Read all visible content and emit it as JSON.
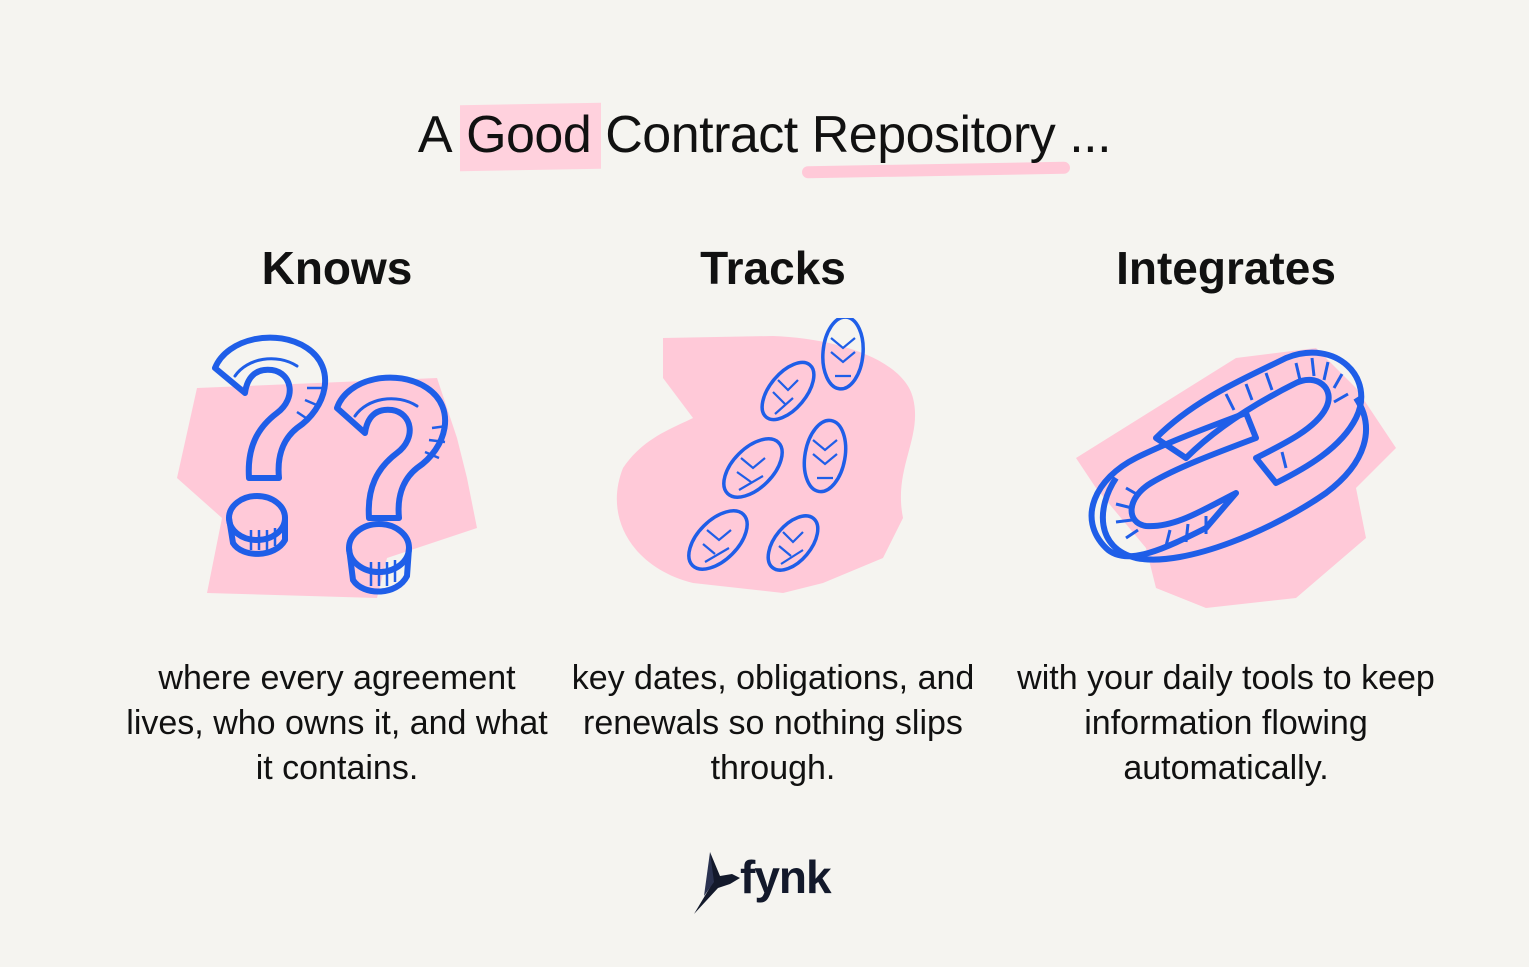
{
  "title": {
    "part1": "A",
    "highlight1": "Good",
    "part2": "Contract",
    "highlight2": "Repository",
    "part3": "..."
  },
  "columns": [
    {
      "heading": "Knows",
      "icon": "question-marks-icon",
      "text": "where every agreement lives, who owns it, and what it contains."
    },
    {
      "heading": "Tracks",
      "icon": "footprints-icon",
      "text": "key dates, obligations, and renewals so nothing slips through."
    },
    {
      "heading": "Integrates",
      "icon": "chain-link-icon",
      "text": "with your daily tools to keep information flowing automatically."
    }
  ],
  "logo": {
    "text": "fynk"
  },
  "colors": {
    "background": "#f5f4f0",
    "accent_pink": "#ffc9d8",
    "illustration_blue": "#1f5ee8",
    "text": "#111111"
  }
}
